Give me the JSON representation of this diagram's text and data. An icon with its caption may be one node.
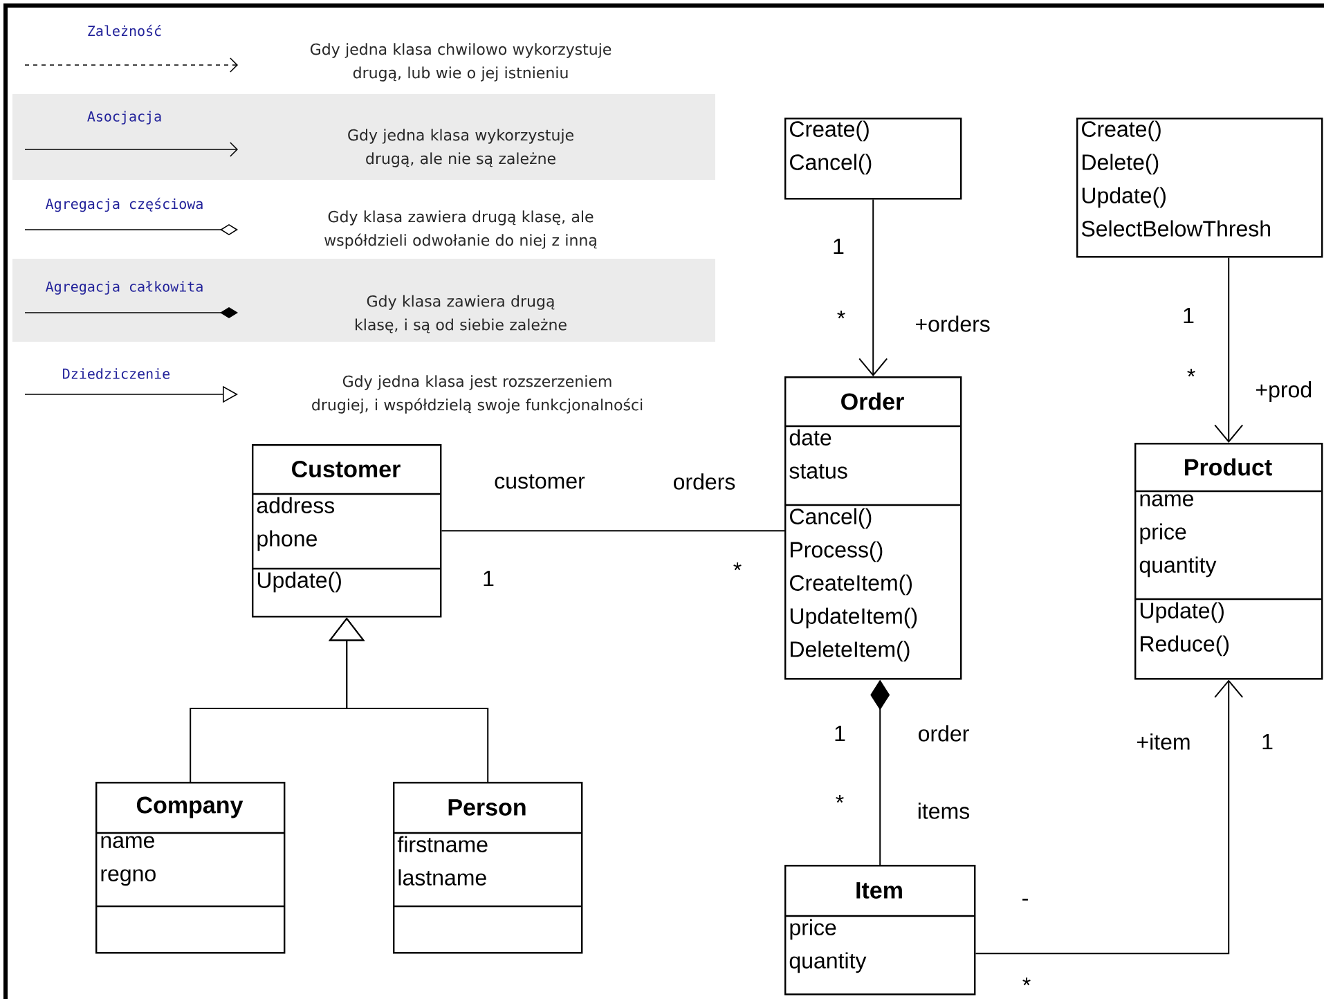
{
  "diagram": {
    "nodes": [
      {
        "text": [
          "Create() Cancel()"
        ]
      },
      {
        "text": [
          "Create() Delete() Update() SelectBelowThresh"
        ]
      },
      {
        "text": [
          "Order",
          "date status",
          "Cancel() Process() CreateItem() UpdateItem() DeleteItem()"
        ]
      },
      {
        "text": [
          "Customer",
          "address phone",
          "Update()"
        ]
      },
      {
        "text": [
          "Product",
          "name price quantity",
          "Update() Reduce()"
        ]
      },
      {
        "text": [
          "Company",
          "name regno"
        ]
      },
      {
        "text": [
          "Person",
          "firstname lastname"
        ]
      },
      {
        "text": [
          "Item",
          "price quantity"
        ]
      }
    ],
    "edges": [
      {
        "from": 0,
        "to": 2,
        "arrow": "to",
        "label": "+orders"
      },
      {
        "from": 1,
        "to": 4,
        "arrow": "to",
        "label": "+prod"
      },
      {
        "from": 3,
        "to": 2,
        "arrow": "none"
      },
      {
        "from": 5,
        "to": 3,
        "arrow": "to"
      },
      {
        "from": 6,
        "to": 3,
        "arrow": "to"
      },
      {
        "from": 7,
        "to": 2,
        "arrow": "other"
      },
      {
        "from": 7,
        "to": 4,
        "arrow": "to",
        "label": "+item"
      }
    ],
    "labels": [
      "Gdy jedna klasa chwilowo wykorzystuje drugą, lub wie o jej istnieniu",
      "Gdy jedna klasa wykorzystuje drugą, ale nie są zależne",
      "Gdy klasa zawiera drugą klasę, ale współdzieli odwołanie do niej z inną",
      "Gdy klasa zawiera drugą klasę, i są od siebie zależne",
      "Gdy jedna klasa jest rozszerzeniem drugiej, i współdzielą swoje funkcjonalności",
      "1",
      "*",
      "1",
      "*",
      "customer",
      "orders",
      "1",
      "*",
      "1",
      "order",
      "*",
      "items",
      "1",
      "-",
      "*"
    ],
    "legend": [
      {
        "text": "Zależność"
      },
      {
        "text": "Asocjacja"
      },
      {
        "text": "Agregacja częściowa"
      },
      {
        "text": "Agregacja całkowita"
      },
      {
        "text": "Dziedziczenie"
      }
    ]
  }
}
